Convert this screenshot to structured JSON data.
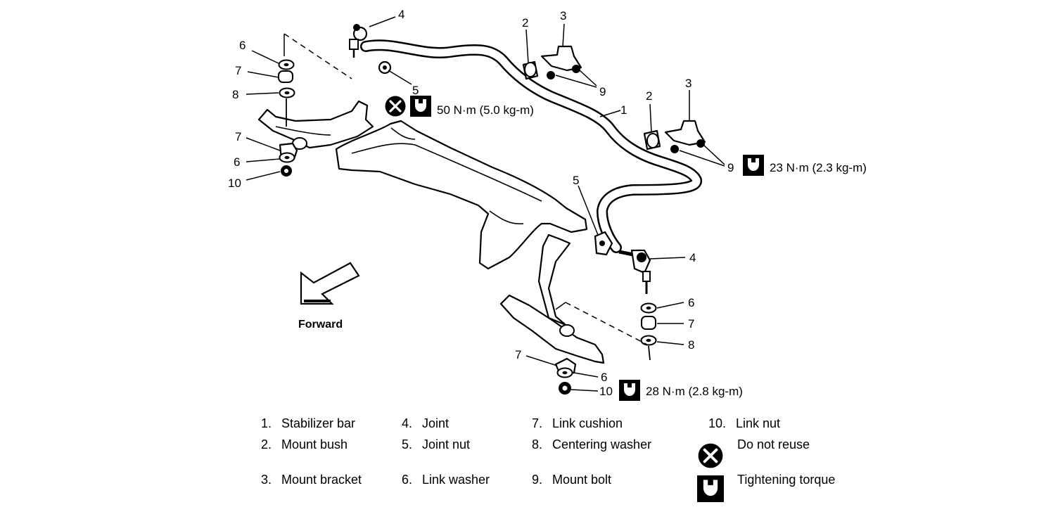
{
  "callouts": {
    "c4_top": "4",
    "c2_top": "2",
    "c3_top": "3",
    "c6_left": "6",
    "c7_left": "7",
    "c8_left": "8",
    "c5_top": "5",
    "c9_top": "9",
    "c1": "1",
    "c2_mid": "2",
    "c3_mid": "3",
    "c9_mid": "9",
    "c7_left2": "7",
    "c6_left2": "6",
    "c10_left": "10",
    "c5_right": "5",
    "c4_right": "4",
    "c6_right": "6",
    "c7_right": "7",
    "c8_right": "8",
    "c7_bottom": "7",
    "c6_bottom": "6",
    "c10_bottom": "10"
  },
  "torques": {
    "joint_nut": "50 N·m (5.0 kg-m)",
    "mount_bolt": "23 N·m (2.3 kg-m)",
    "link_nut": "28 N·m (2.8 kg-m)"
  },
  "forward_label": "Forward",
  "legend": {
    "items": [
      {
        "num": "1.",
        "label": "Stabilizer bar"
      },
      {
        "num": "2.",
        "label": "Mount bush"
      },
      {
        "num": "3.",
        "label": "Mount bracket"
      },
      {
        "num": "4.",
        "label": "Joint"
      },
      {
        "num": "5.",
        "label": "Joint nut"
      },
      {
        "num": "6.",
        "label": "Link washer"
      },
      {
        "num": "7.",
        "label": "Link cushion"
      },
      {
        "num": "8.",
        "label": "Centering washer"
      },
      {
        "num": "9.",
        "label": "Mount bolt"
      },
      {
        "num": "10.",
        "label": "Link nut"
      }
    ],
    "symbols": [
      {
        "icon": "do-not-reuse-icon",
        "label": "Do not reuse"
      },
      {
        "icon": "tightening-torque-icon",
        "label": "Tightening torque"
      }
    ]
  }
}
